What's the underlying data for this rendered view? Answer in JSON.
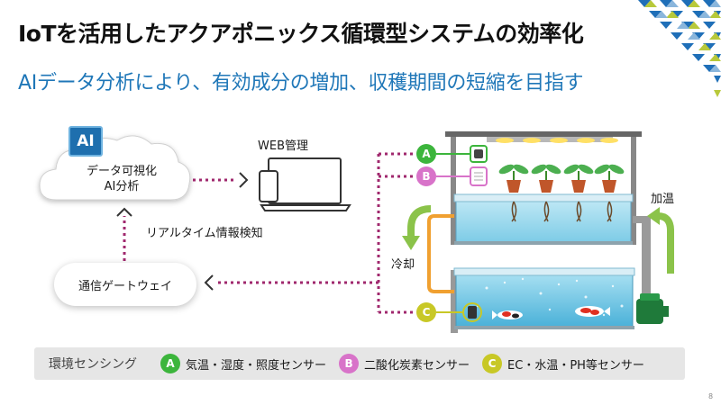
{
  "title": "IoTを活用したアクアポニックス循環型システムの効率化",
  "subtitle": "AIデータ分析により、有効成分の増加、収穫期間の短縮を目指す",
  "ai_badge": "AI",
  "cloud_label": "データ可視化\nAI分析",
  "web_label": "WEB管理",
  "realtime_label": "リアルタイム情報検知",
  "gateway_label": "通信ゲートウェイ",
  "heat_label": "加温",
  "cool_label": "冷却",
  "sensors": [
    {
      "letter": "A",
      "color": "#3cb53c",
      "desc": "気温・湿度・照度センサー"
    },
    {
      "letter": "B",
      "color": "#d873c9",
      "desc": "二酸化炭素センサー"
    },
    {
      "letter": "C",
      "color": "#c8c826",
      "desc": "EC・水温・PH等センサー"
    }
  ],
  "legend_title": "環境センシング",
  "page_number": "8",
  "colors": {
    "title_blue": "#1f77b8",
    "dotted_line": "#a0286e",
    "arrow_green": "#8bc34a",
    "pipe_orange": "#f0a030"
  }
}
